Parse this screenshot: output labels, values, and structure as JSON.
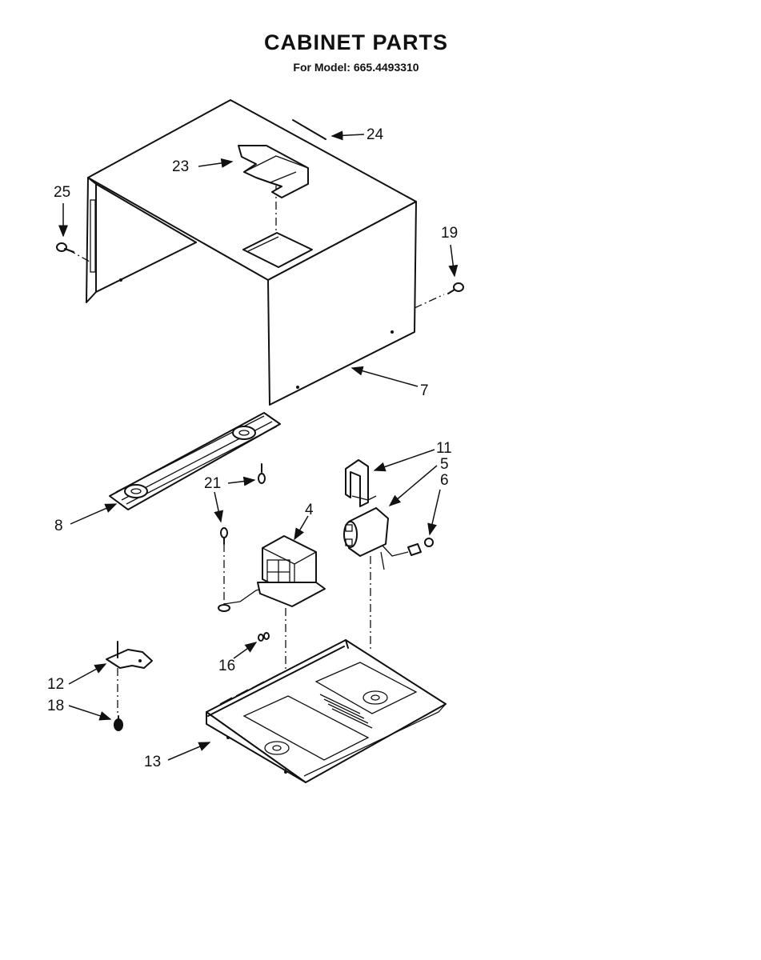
{
  "header": {
    "title": "CABINET PARTS",
    "subtitle": "For Model: 665.4493310"
  },
  "callouts": {
    "c24": "24",
    "c23": "23",
    "c25": "25",
    "c19": "19",
    "c7": "7",
    "c11": "11",
    "c5": "5",
    "c6": "6",
    "c21": "21",
    "c8": "8",
    "c4": "4",
    "c16": "16",
    "c12": "12",
    "c18": "18",
    "c13": "13"
  }
}
